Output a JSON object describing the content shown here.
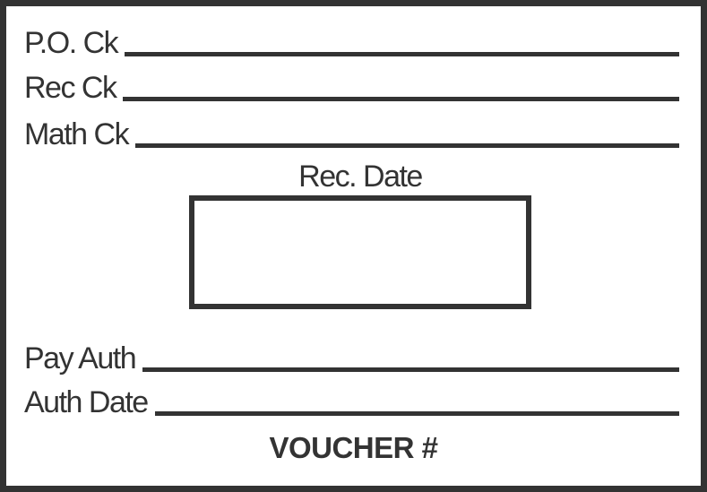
{
  "stamp": {
    "fields": {
      "po_check": {
        "label": "P.O. Ck",
        "value": ""
      },
      "rec_check": {
        "label": "Rec Ck",
        "value": ""
      },
      "math_check": {
        "label": "Math Ck",
        "value": ""
      },
      "pay_auth": {
        "label": "Pay Auth",
        "value": ""
      },
      "auth_date": {
        "label": "Auth Date",
        "value": ""
      }
    },
    "rec_date": {
      "label": "Rec. Date",
      "value": ""
    },
    "voucher": {
      "label": "VOUCHER #"
    },
    "colors": {
      "ink": "#333333",
      "paper": "#ffffff"
    }
  }
}
